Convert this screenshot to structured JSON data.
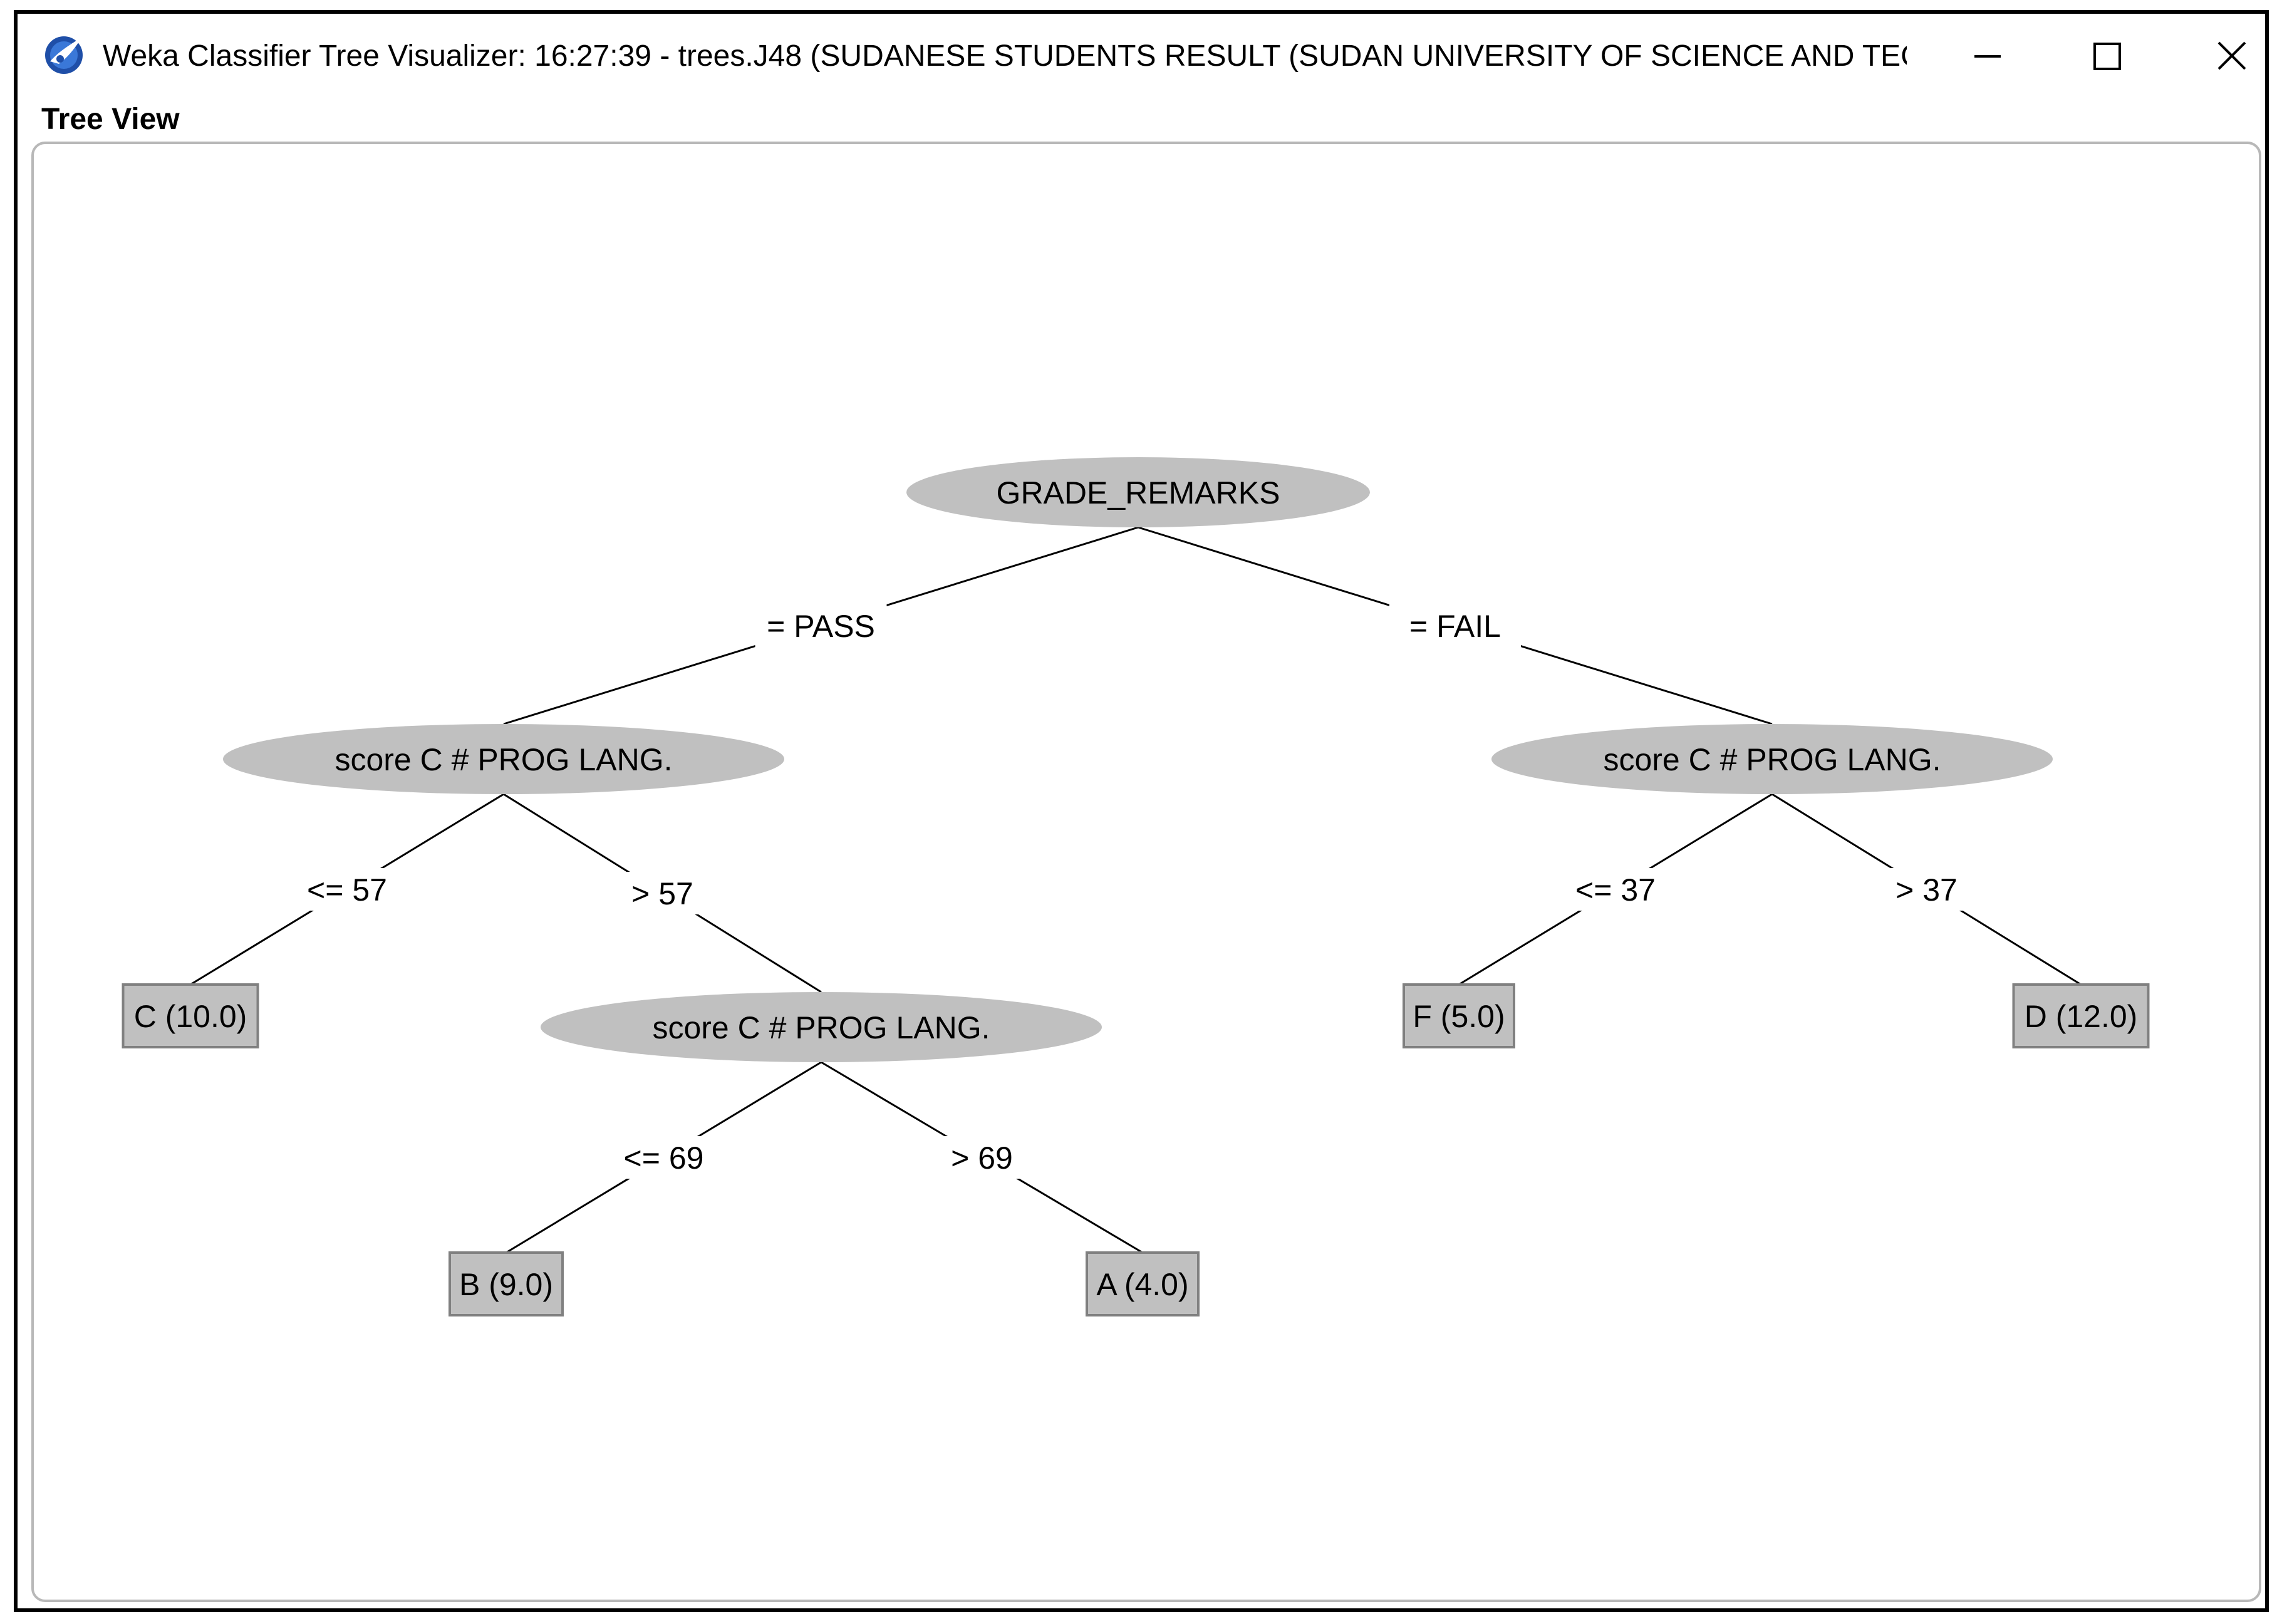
{
  "window": {
    "title": "Weka Classifier Tree Visualizer: 16:27:39 - trees.J48 (SUDANESE STUDENTS RESULT (SUDAN UNIVERSITY OF SCIENCE AND TEC...",
    "app_icon": "weka-bird-icon",
    "controls": {
      "minimize": "minimize-icon",
      "maximize": "maximize-icon",
      "close": "close-icon"
    }
  },
  "panel": {
    "label": "Tree View"
  },
  "tree": {
    "colors": {
      "node_fill": "#c0c0c0",
      "leaf_border": "#808080",
      "line": "#000000"
    },
    "nodes": [
      {
        "id": "root",
        "kind": "decision",
        "label": "GRADE_REMARKS"
      },
      {
        "id": "pass-node",
        "kind": "decision",
        "label": "score C # PROG LANG."
      },
      {
        "id": "fail-node",
        "kind": "decision",
        "label": "score C # PROG LANG."
      },
      {
        "id": "pass-high-node",
        "kind": "decision",
        "label": "score C # PROG LANG."
      },
      {
        "id": "leaf-c",
        "kind": "leaf",
        "label": "C (10.0)"
      },
      {
        "id": "leaf-b",
        "kind": "leaf",
        "label": "B (9.0)"
      },
      {
        "id": "leaf-a",
        "kind": "leaf",
        "label": "A (4.0)"
      },
      {
        "id": "leaf-f",
        "kind": "leaf",
        "label": "F (5.0)"
      },
      {
        "id": "leaf-d",
        "kind": "leaf",
        "label": "D (12.0)"
      }
    ],
    "edges": [
      {
        "from": "root",
        "to": "pass-node",
        "label": "= PASS"
      },
      {
        "from": "root",
        "to": "fail-node",
        "label": "= FAIL"
      },
      {
        "from": "pass-node",
        "to": "leaf-c",
        "label": "<= 57"
      },
      {
        "from": "pass-node",
        "to": "pass-high-node",
        "label": "> 57"
      },
      {
        "from": "pass-high-node",
        "to": "leaf-b",
        "label": "<= 69"
      },
      {
        "from": "pass-high-node",
        "to": "leaf-a",
        "label": "> 69"
      },
      {
        "from": "fail-node",
        "to": "leaf-f",
        "label": "<= 37"
      },
      {
        "from": "fail-node",
        "to": "leaf-d",
        "label": "> 37"
      }
    ]
  }
}
